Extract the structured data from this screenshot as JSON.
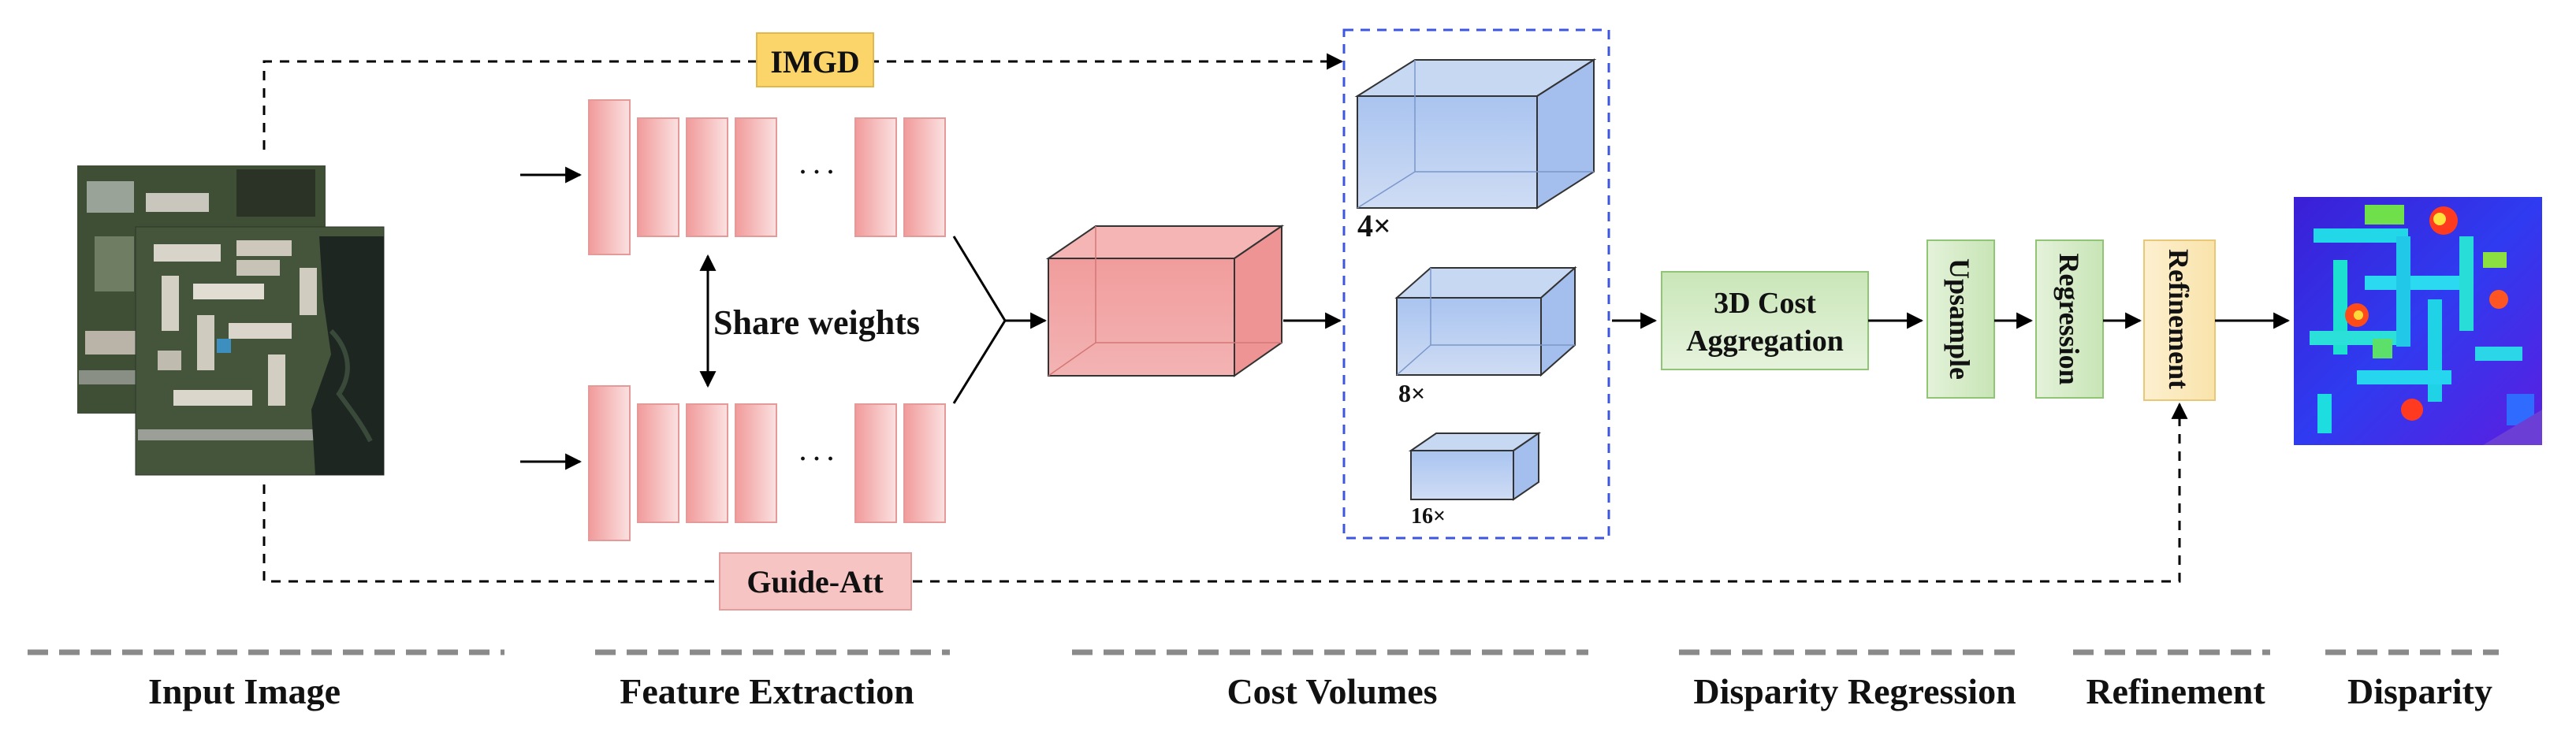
{
  "labels": {
    "imgd": "IMGD",
    "guide_att": "Guide-Att",
    "share_weights": "Share weights",
    "dots": "· · ·",
    "scale_4": "4×",
    "scale_8": "8×",
    "scale_16": "16×",
    "cost_agg_line1": "3D Cost",
    "cost_agg_line2": "Aggregation",
    "upsample": "Upsample",
    "regression": "Regression",
    "refinement": "Refinement"
  },
  "sections": {
    "input_image": "Input Image",
    "feature_extraction": "Feature Extraction",
    "cost_volumes": "Cost Volumes",
    "disparity_regression": "Disparity Regression",
    "refinement": "Refinement",
    "disparity": "Disparity"
  },
  "colors": {
    "imgd_fill": "#fbd46a",
    "guide_fill": "#f7c4c4",
    "feature_fill": "#f4a9a9",
    "cost_fill": "#f08f8f",
    "volume_fill": "#b7cdf0",
    "green_fill": "#d5ebc8",
    "yellow_fill": "#fbeac0",
    "dash_blue": "#3c56e0"
  }
}
